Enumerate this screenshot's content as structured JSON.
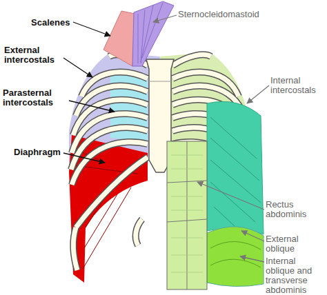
{
  "diagram": {
    "labels": [
      "Scalenes",
      "Sternocleidomastoid",
      "External intercostals",
      "Internal intercostals",
      "Parasternal intercostals",
      "Diaphragm",
      "Rectus abdominis",
      "External oblique",
      "Internal oblique and transverse abdominis"
    ]
  }
}
